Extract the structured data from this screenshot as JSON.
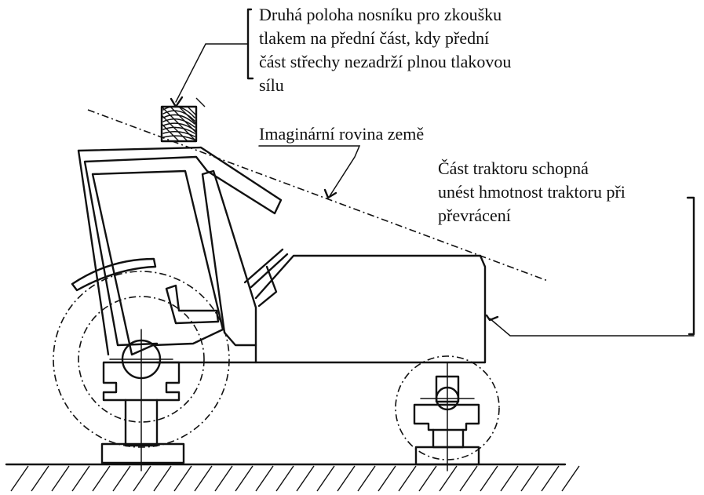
{
  "labels": {
    "beam_position": [
      "Druhá poloha nosníku pro zkoušku",
      "tlakem na přední část, kdy přední",
      "část střechy nezadrží plnou tlakovou",
      "sílu"
    ],
    "imaginary_ground_plane": "Imaginární rovina země",
    "load_bearing_part": [
      "Část traktoru schopná",
      "unést hmotnost traktoru při",
      "převrácení"
    ]
  },
  "colors": {
    "ink": "#111111",
    "paper": "#ffffff"
  }
}
